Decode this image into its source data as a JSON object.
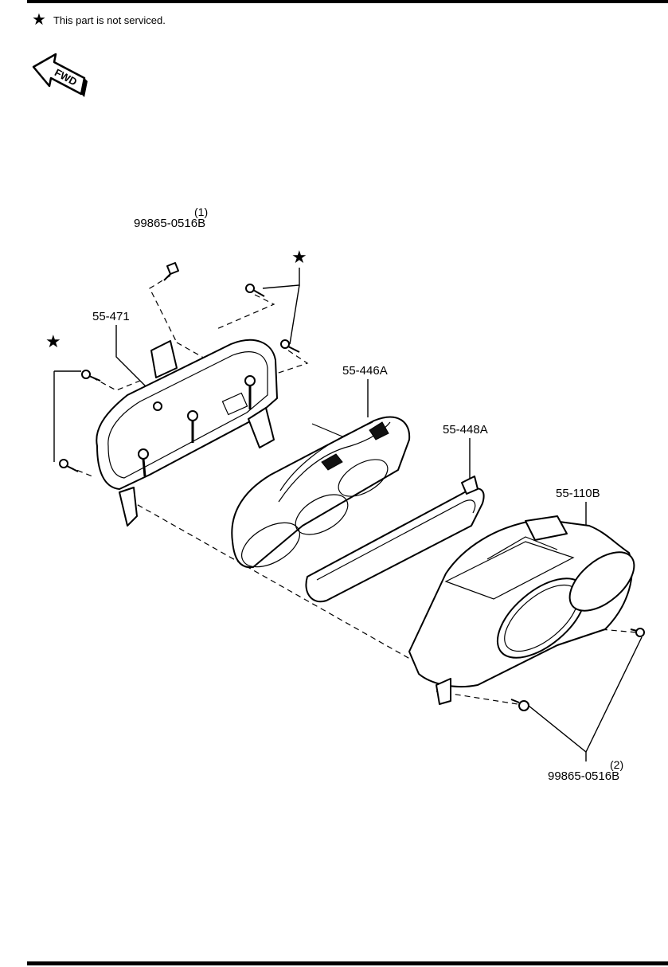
{
  "note": {
    "symbol": "★",
    "text": "This part is not serviced."
  },
  "fwd_label": "FWD",
  "callouts": {
    "bolt_top": {
      "index": "(1)",
      "part_no": "99865-0516B"
    },
    "bolt_bottom": {
      "index": "(2)",
      "part_no": "99865-0516B"
    },
    "rear_housing": "55-471",
    "circuit": "55-446A",
    "seal": "55-448A",
    "front_cover": "55-110B"
  },
  "not_serviced_marks": [
    "★",
    "★"
  ]
}
